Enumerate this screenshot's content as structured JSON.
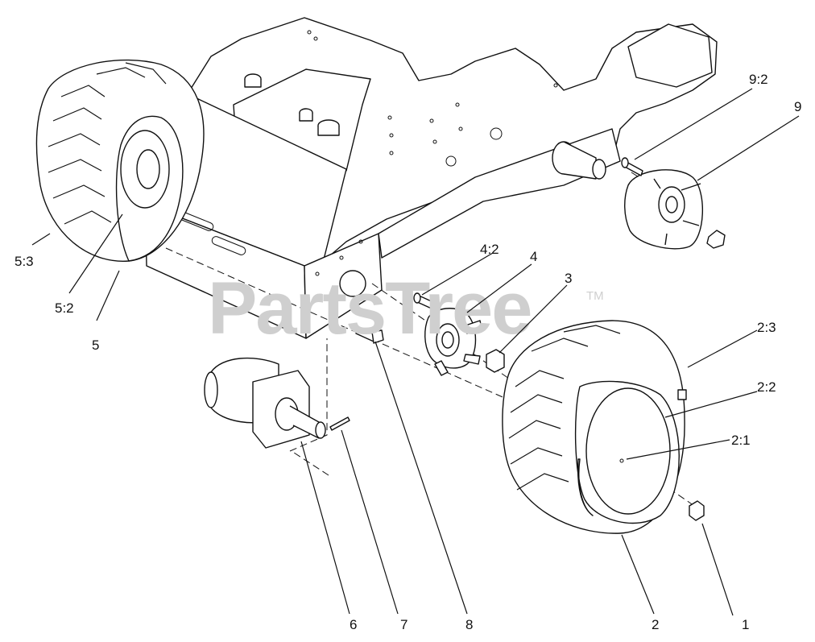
{
  "watermark": {
    "text": "PartsTree",
    "tm": "TM"
  },
  "callouts": {
    "c1": "1",
    "c2": "2",
    "c2_1": "2:1",
    "c2_2": "2:2",
    "c2_3": "2:3",
    "c3": "3",
    "c4": "4",
    "c4_2": "4:2",
    "c5": "5",
    "c5_2": "5:2",
    "c5_3": "5:3",
    "c6": "6",
    "c7": "7",
    "c8": "8",
    "c9": "9",
    "c9_2": "9:2"
  }
}
